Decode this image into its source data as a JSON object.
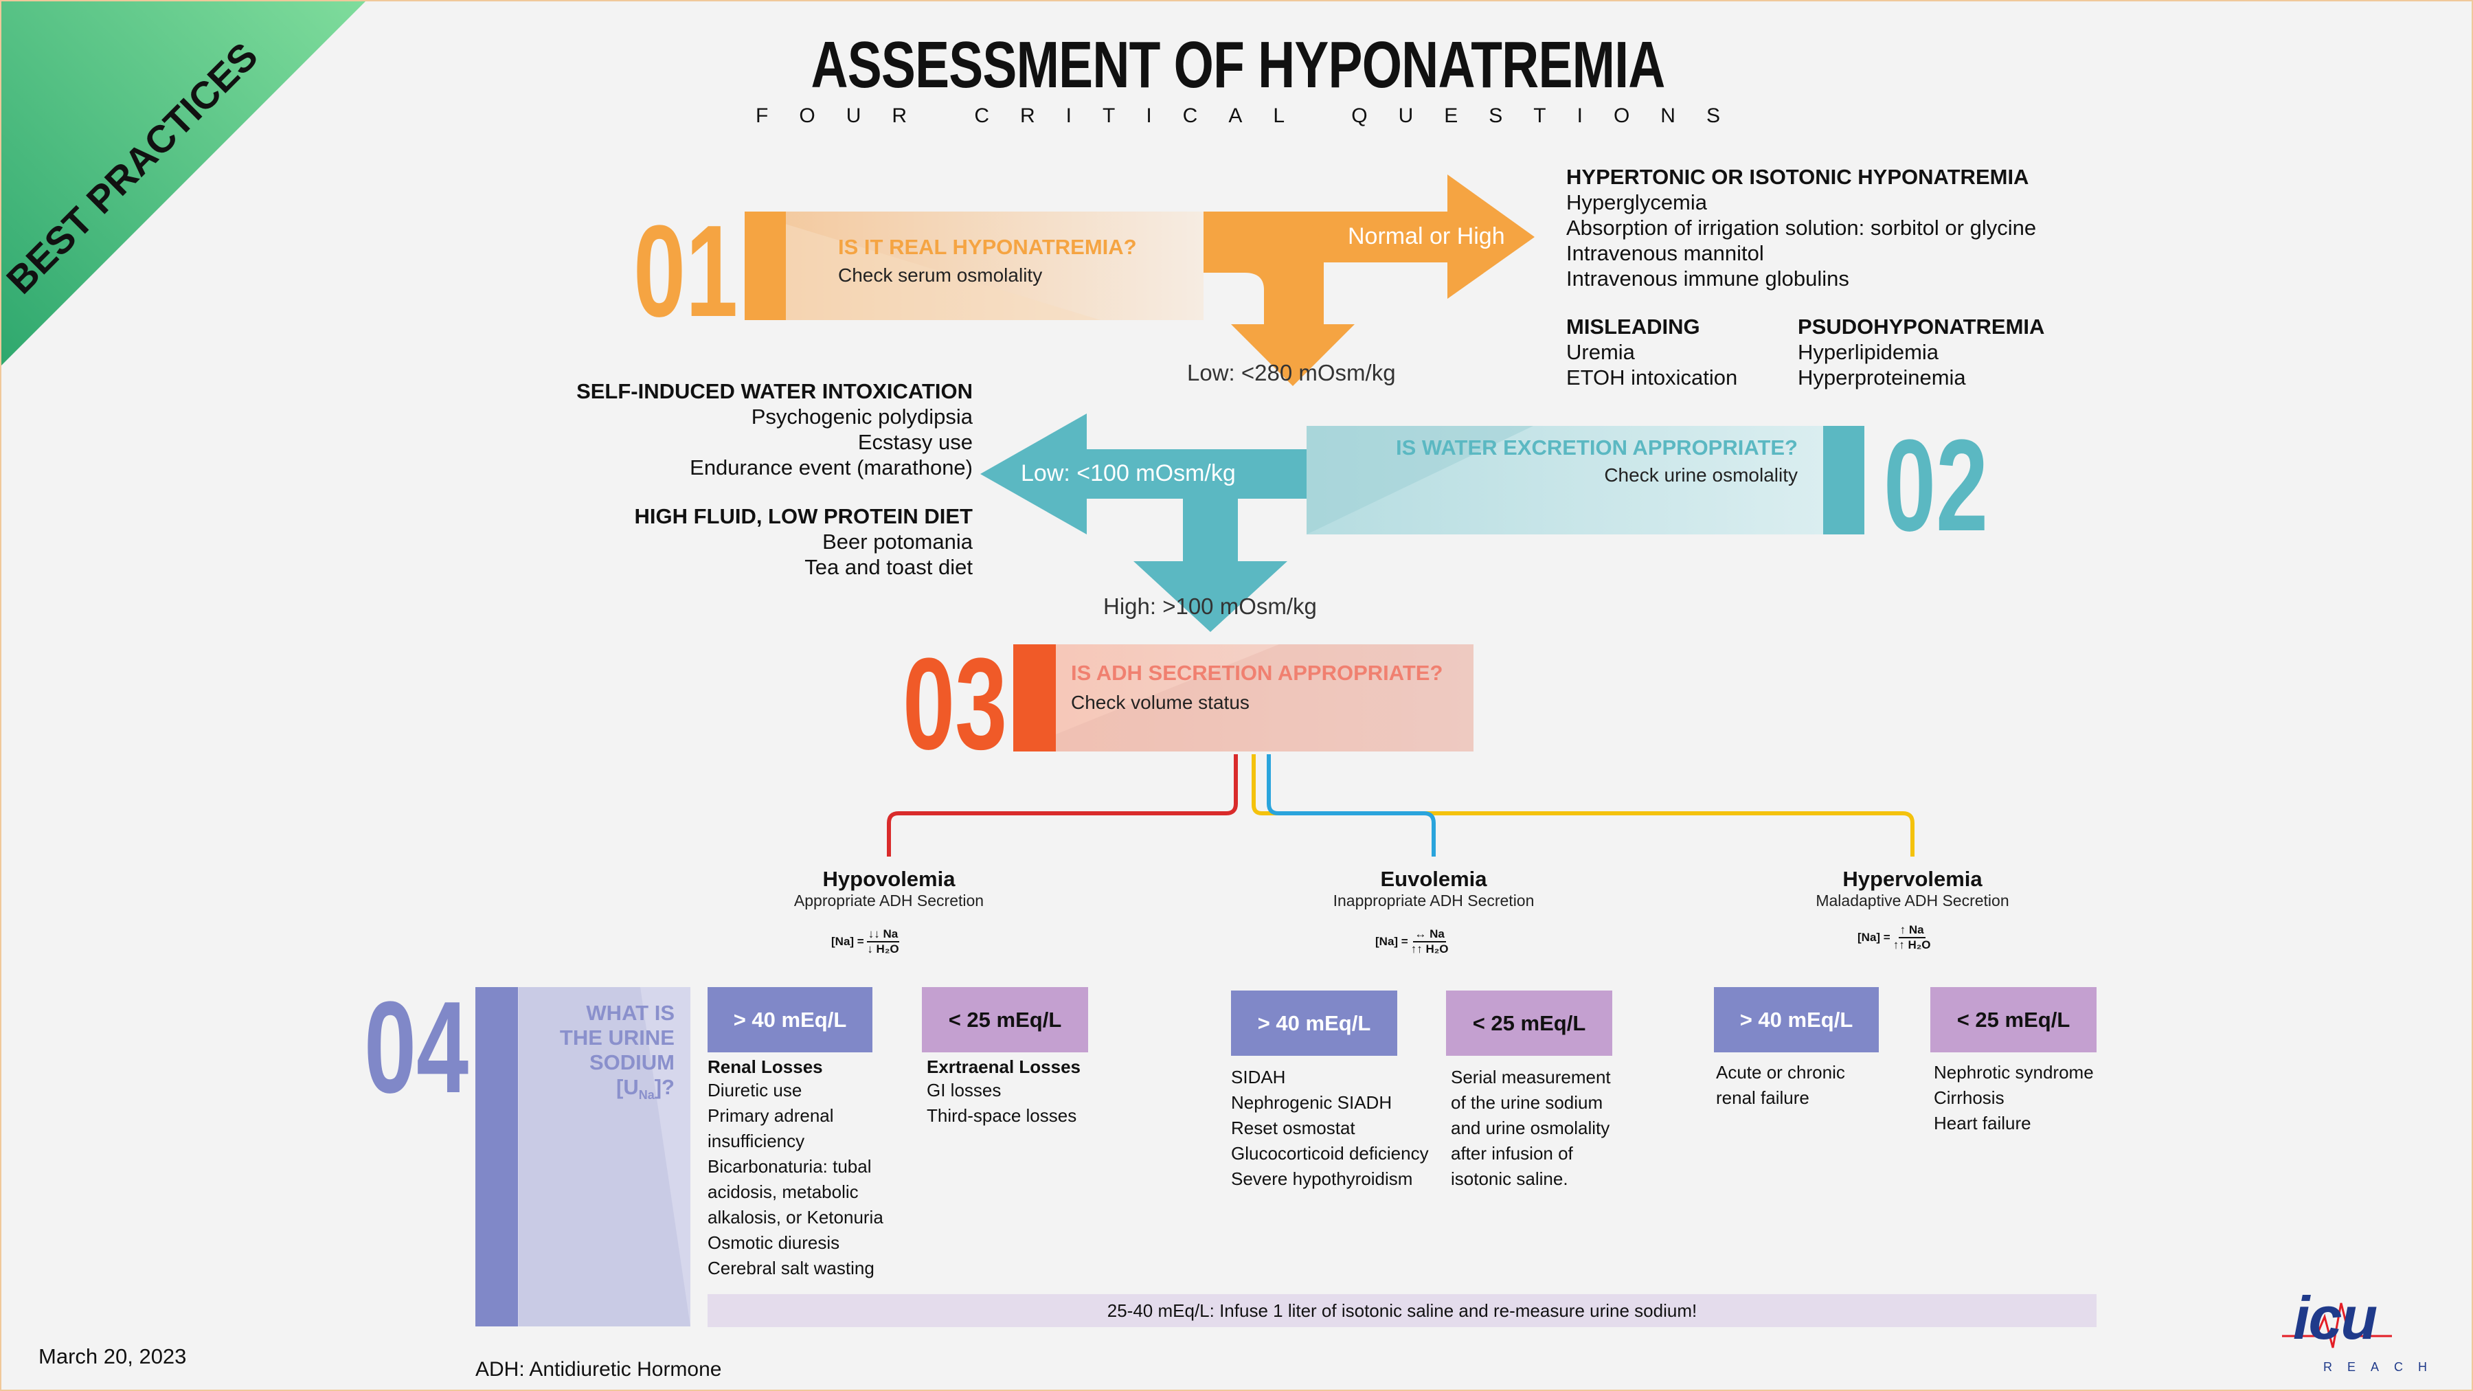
{
  "header": {
    "ribbon": "BEST PRACTICES",
    "title": "ASSESSMENT OF HYPONATREMIA",
    "subtitle": "FOUR CRITICAL QUESTIONS"
  },
  "colors": {
    "orange": "#f5a442",
    "teal": "#5bb8c2",
    "red_orange": "#f05a28",
    "lavender": "#8088c8",
    "purple_box": "#c4a0d0",
    "ribbon_green": "#3aae74",
    "red_line": "#d92b2b",
    "blue_line": "#2aa4dc",
    "yellow_line": "#f4c20d"
  },
  "q1": {
    "number": "01",
    "title": "IS IT REAL HYPONATREMIA?",
    "subtitle": "Check serum osmolality",
    "high_label": "Normal or High",
    "low_label": "Low: <280 mOsm/kg"
  },
  "hypertonic": {
    "heading": "HYPERTONIC OR ISOTONIC HYPONATREMIA",
    "items": [
      "Hyperglycemia",
      "Absorption of irrigation solution: sorbitol or glycine",
      "Intravenous mannitol",
      "Intravenous immune globulins"
    ]
  },
  "misleading": {
    "heading": "MISLEADING",
    "items": [
      "Uremia",
      "ETOH intoxication"
    ]
  },
  "pseudo": {
    "heading": "PSUDOHYPONATREMIA",
    "items": [
      "Hyperlipidemia",
      "Hyperproteinemia"
    ]
  },
  "q2": {
    "number": "02",
    "title": "IS WATER EXCRETION APPROPRIATE?",
    "subtitle": "Check urine osmolality",
    "low_label": "Low:  <100 mOsm/kg",
    "high_label": "High: >100 mOsm/kg"
  },
  "self_induced": {
    "heading": "SELF-INDUCED WATER INTOXICATION",
    "items": [
      "Psychogenic polydipsia",
      "Ecstasy use",
      "Endurance event (marathone)"
    ]
  },
  "high_fluid": {
    "heading": "HIGH FLUID, LOW PROTEIN DIET",
    "items": [
      "Beer potomania",
      "Tea and toast diet"
    ]
  },
  "q3": {
    "number": "03",
    "title": "IS ADH SECRETION APPROPRIATE?",
    "subtitle": "Check volume status"
  },
  "hypovolemia": {
    "name": "Hypovolemia",
    "desc": "Appropriate ADH Secretion",
    "formula_lhs": "[Na] =",
    "formula_num": "↓↓ Na",
    "formula_den": "↓ H₂O",
    "high_box": "> 40 mEq/L",
    "low_box": "< 25 mEq/L",
    "high_heading": "Renal Losses",
    "high_items": [
      "Diuretic use",
      "Primary adrenal",
      "insufficiency",
      "Bicarbonaturia: tubal",
      "acidosis, metabolic",
      "alkalosis, or Ketonuria",
      "Osmotic diuresis",
      "Cerebral salt wasting"
    ],
    "low_heading": "Exrtraenal Losses",
    "low_items": [
      "GI losses",
      "Third-space losses"
    ]
  },
  "euvolemia": {
    "name": "Euvolemia",
    "desc": "Inappropriate ADH Secretion",
    "formula_lhs": "[Na] =",
    "formula_num": "↔ Na",
    "formula_den": "↑↑ H₂O",
    "high_box": "> 40 mEq/L",
    "low_box": "< 25 mEq/L",
    "high_items": [
      "SIDAH",
      "Nephrogenic SIADH",
      "Reset osmostat",
      "Glucocorticoid deficiency",
      "Severe hypothyroidism"
    ],
    "low_items": [
      "Serial measurement",
      "of the urine sodium",
      "and urine osmolality",
      "after infusion of",
      "isotonic saline."
    ]
  },
  "hypervolemia": {
    "name": "Hypervolemia",
    "desc": "Maladaptive ADH Secretion",
    "formula_lhs": "[Na] =",
    "formula_num": "↑ Na",
    "formula_den": "↑↑ H₂O",
    "high_box": "> 40 mEq/L",
    "low_box": "< 25 mEq/L",
    "high_items": [
      "Acute or chronic",
      "renal failure"
    ],
    "low_items": [
      "Nephrotic syndrome",
      "Cirrhosis",
      "Heart failure"
    ]
  },
  "q4": {
    "number": "04",
    "lines": [
      "WHAT IS",
      "THE URINE",
      "SODIUM"
    ],
    "u": "[U",
    "sub": "Na",
    "end": "]?"
  },
  "footer": {
    "note": "25-40 mEq/L: Infuse 1 liter of isotonic saline and re-measure urine sodium!",
    "date": "March 20, 2023",
    "abbr": "ADH: Antidiuretic Hormone",
    "logo": "icu",
    "logo_sub": "REACH"
  }
}
